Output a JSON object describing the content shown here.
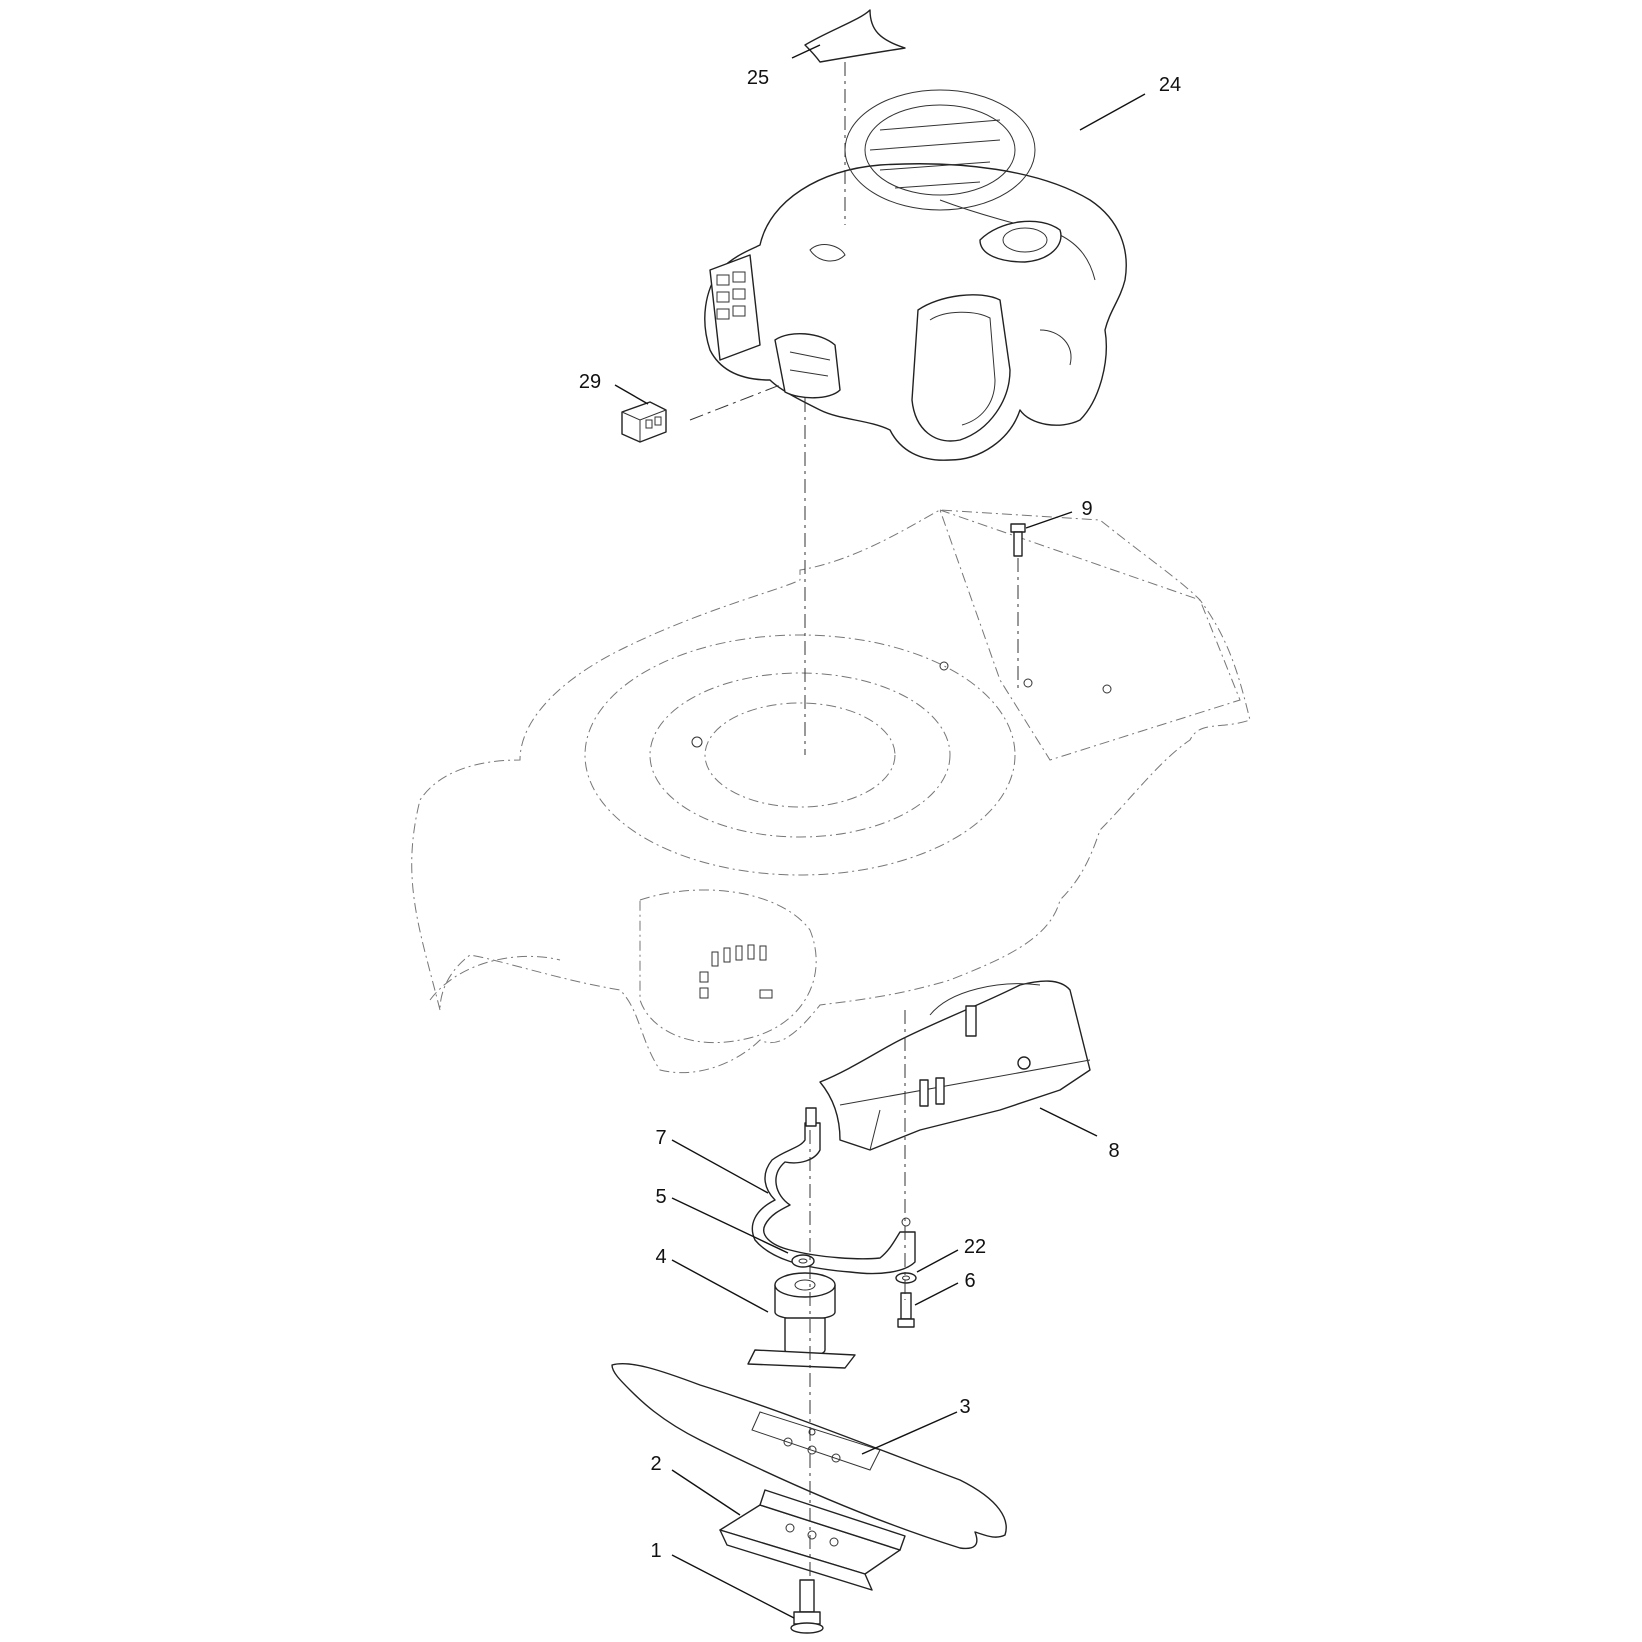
{
  "callouts": [
    {
      "id": "1",
      "label": "1"
    },
    {
      "id": "2",
      "label": "2"
    },
    {
      "id": "3",
      "label": "3"
    },
    {
      "id": "4",
      "label": "4"
    },
    {
      "id": "5",
      "label": "5"
    },
    {
      "id": "6",
      "label": "6"
    },
    {
      "id": "7",
      "label": "7"
    },
    {
      "id": "8",
      "label": "8"
    },
    {
      "id": "9",
      "label": "9"
    },
    {
      "id": "22",
      "label": "22"
    },
    {
      "id": "24",
      "label": "24"
    },
    {
      "id": "25",
      "label": "25"
    },
    {
      "id": "29",
      "label": "29"
    }
  ],
  "colors": {
    "line": "#222222",
    "ghost": "#777777",
    "background": "#ffffff"
  }
}
